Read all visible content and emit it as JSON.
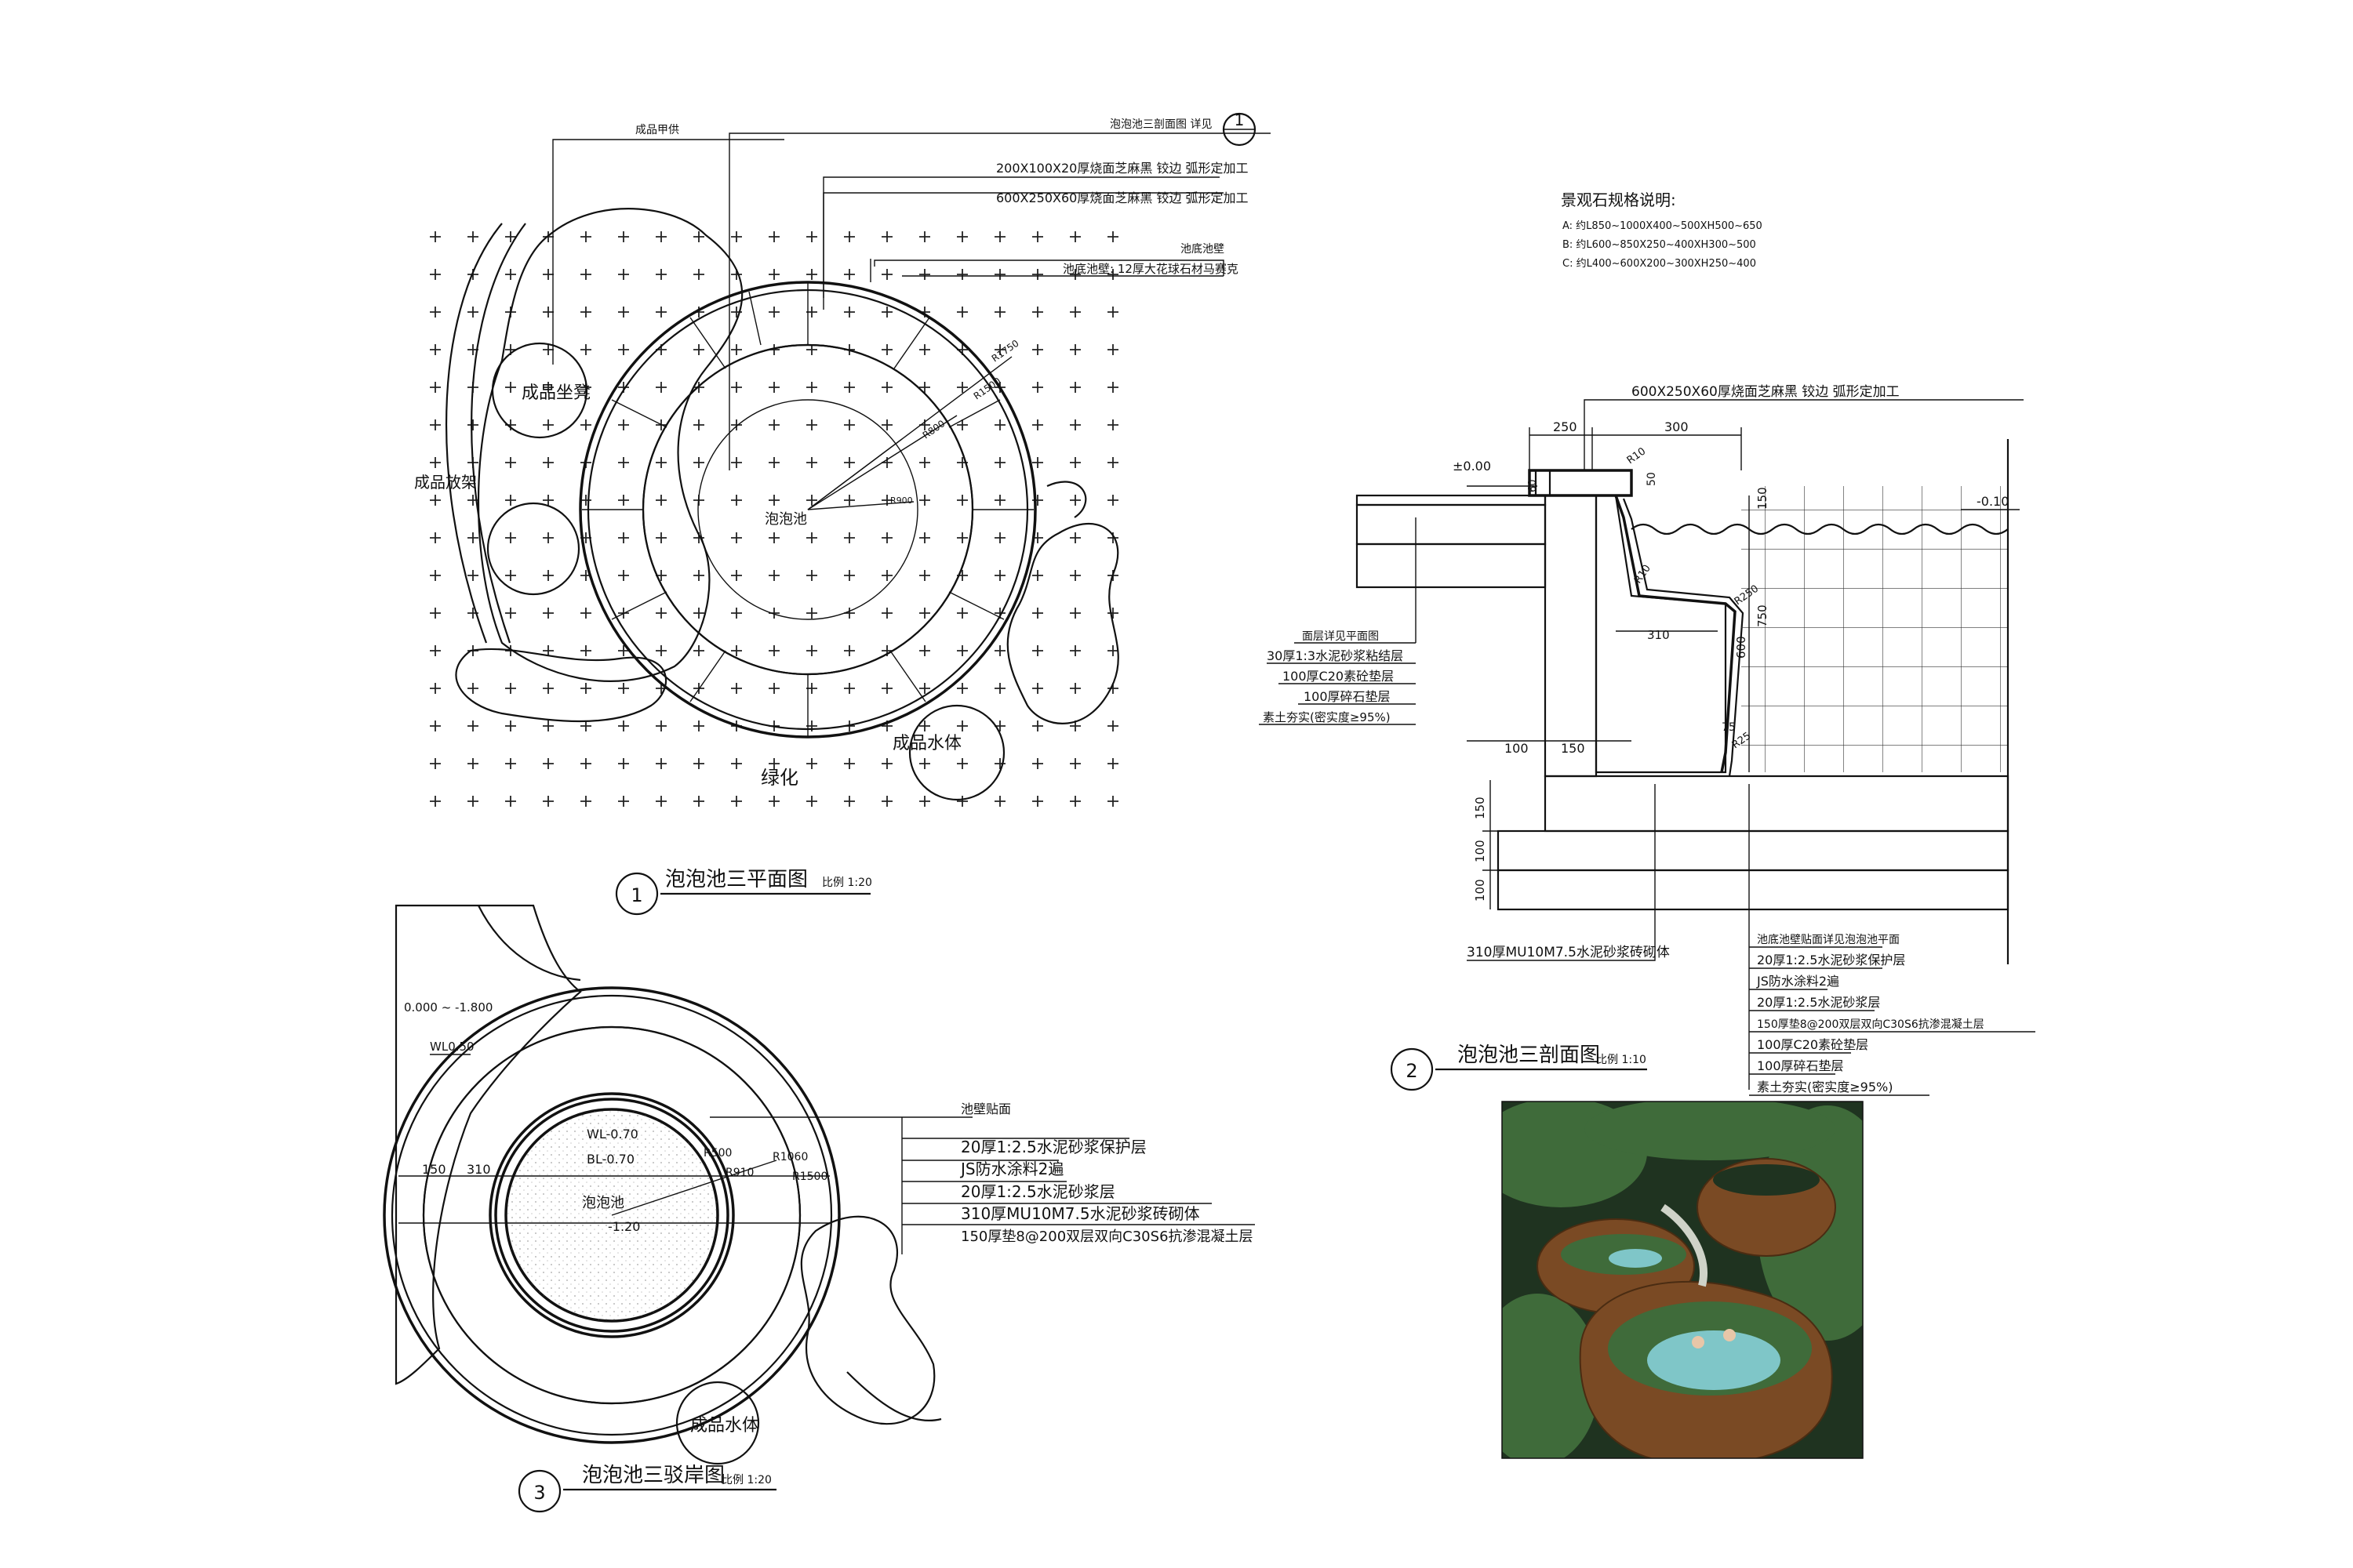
{
  "plan1": {
    "callouts": [
      "成品甲供",
      "泡泡池三剖面图 详见",
      "200X100X20厚烧面芝麻黑 铰边 弧形定加工",
      "600X250X60厚烧面芝麻黑 铰边 弧形定加工",
      "池底池壁",
      "池底池壁: 12厚大花球石材马赛克"
    ],
    "section_ref": "1",
    "labels": {
      "seat": "成品坐凳",
      "shelf": "成品放架",
      "pool": "泡泡池",
      "water": "成品水体",
      "green": "绿化",
      "r_outer": "R1750",
      "r_mid": "R1500",
      "r_inner": "R800",
      "r_small": "R900"
    },
    "title_number": "1",
    "title": "泡泡池三平面图",
    "scale": "比例 1:20"
  },
  "stone_notes": {
    "heading": "景观石规格说明:",
    "items": [
      "A: 约L850~1000X400~500XH500~650",
      "B: 约L600~850X250~400XH300~500",
      "C: 约L400~600X200~300XH250~400"
    ]
  },
  "section2": {
    "top_callout": "600X250X60厚烧面芝麻黑 铰边 弧形定加工",
    "dims": {
      "d250": "250",
      "d300": "300",
      "d60": "60",
      "d50": "50",
      "d150a": "150",
      "d750": "750",
      "d600": "600",
      "d310": "310",
      "d100a": "100",
      "d150b": "150",
      "d75": "75",
      "d150c": "150",
      "d100b": "100",
      "d100c": "100",
      "r10a": "R10",
      "r10b": "R10",
      "r250": "R250",
      "r25": "R25"
    },
    "elev_zero": "±0.00",
    "elev_water": "-0.10",
    "left_layers": [
      "面层详见平面图",
      "30厚1:3水泥砂浆粘结层",
      "100厚C20素砼垫层",
      "100厚碎石垫层",
      "素土夯实(密实度≥95%)"
    ],
    "wall_label": "310厚MU10M7.5水泥砂浆砖砌体",
    "right_layers": [
      "池底池壁贴面详见泡泡池平面",
      "20厚1:2.5水泥砂浆保护层",
      "JS防水涂料2遍",
      "20厚1:2.5水泥砂浆层",
      "150厚垫8@200双层双向C30S6抗渗混凝土层",
      "100厚C20素砼垫层",
      "100厚碎石垫层",
      "素土夯实(密实度≥95%)"
    ],
    "title_number": "2",
    "title": "泡泡池三剖面图",
    "scale": "比例 1:10"
  },
  "plan3": {
    "elev_a": "0.000 ~ -1.800",
    "elev_b": "WL0.50",
    "wl": "WL-0.70",
    "bl": "BL-0.70",
    "pool": "泡泡池",
    "depth": "-1.20",
    "dims": {
      "d150": "150",
      "d310": "310",
      "r500": "R500",
      "r910": "R910",
      "r1060": "R1060",
      "r1500": "R1500"
    },
    "layers": [
      "池壁贴面",
      "20厚1:2.5水泥砂浆保护层",
      "JS防水涂料2遍",
      "20厚1:2.5水泥砂浆层",
      "310厚MU10M7.5水泥砂浆砖砌体",
      "150厚垫8@200双层双向C30S6抗渗混凝土层"
    ],
    "water": "成品水体",
    "title_number": "3",
    "title": "泡泡池三驳岸图",
    "scale": "比例 1:20"
  },
  "colors": {
    "line": "#111111",
    "photo_green": "#3f6b3a",
    "photo_dark": "#1f3320",
    "photo_weave": "#7a4a24",
    "photo_water": "#7fc6c8"
  }
}
